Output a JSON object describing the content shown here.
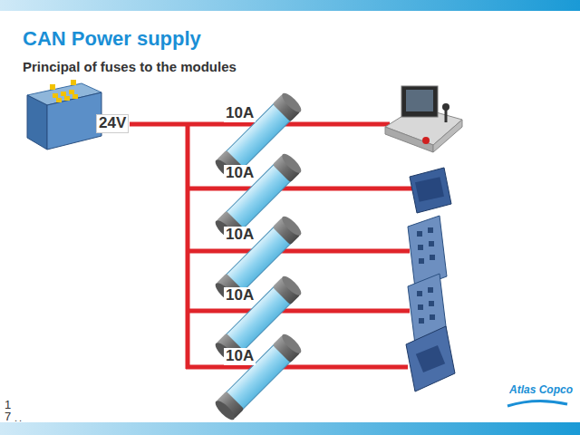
{
  "diagram": {
    "title": "CAN Power supply",
    "labels": [
      "Principal of fuses to the modules",
      "24V",
      "10A",
      "10A",
      "10A",
      "10A",
      "10A",
      "17",
      "..",
      "Atlas Copco"
    ]
  }
}
